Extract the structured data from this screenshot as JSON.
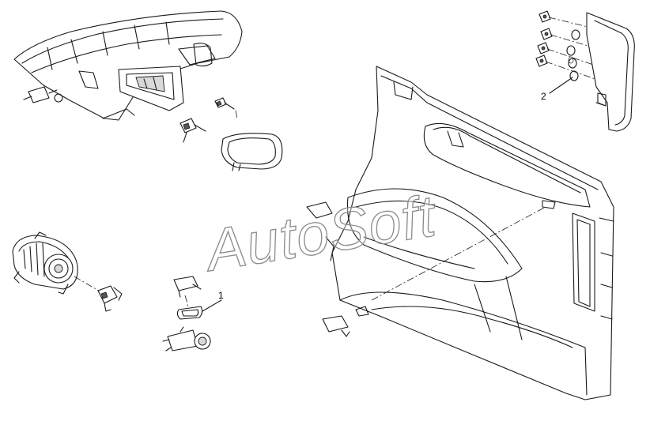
{
  "callouts": [
    {
      "id": "1",
      "label": "1"
    },
    {
      "id": "2",
      "label": "2"
    }
  ],
  "watermark": "AutoSoft",
  "colors": {
    "line": "#1a1a1a",
    "shade": "#d9d9d9",
    "watermark": "#8a8a8a"
  }
}
